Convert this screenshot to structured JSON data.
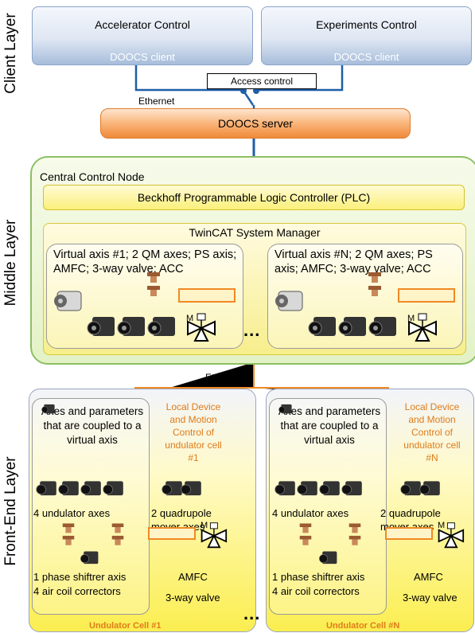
{
  "layers": {
    "client": "Client Layer",
    "middle": "Middle Layer",
    "frontend": "Front-End Layer"
  },
  "client": {
    "accelerator_title": "Accelerator Control",
    "experiments_title": "Experiments Control",
    "doocs_client": "DOOCS client",
    "access_control": "Access control",
    "ethernet": "Ethernet"
  },
  "server": {
    "label": "DOOCS server"
  },
  "middle": {
    "central_node": "Central Control Node",
    "plc": "Beckhoff Programmable Logic Controller (PLC)",
    "twincat": "TwinCAT System Manager",
    "cell1_text": "Virtual axis #1; 2 QM axes; PS axis; AMFC; 3-way valve; ACC",
    "cellN_text": "Virtual axis #N; 2 QM axes; PS axis; AMFC; 3-way valve; ACC",
    "ellipsis": "...",
    "valve_m": "M"
  },
  "ethercat": "EtherCAT",
  "frontend": {
    "cells": [
      {
        "coupled": "Axes and parameters that are coupled to a virtual axis",
        "local": "Local Device and Motion Control of undulator cell #1",
        "undulator_axes": "4 undulator axes",
        "quad": "2 quadrupole mover axes",
        "phase": "1 phase shiftrer axis",
        "coils": "4 air coil correctors",
        "amfc": "AMFC",
        "valve": "3-way valve",
        "cell_label": "Undulator Cell  #1"
      },
      {
        "coupled": "Axes and parameters that are coupled to a virtual axis",
        "local": "Local Device and Motion Control of undulator cell #N",
        "undulator_axes": "4 undulator axes",
        "quad": "2 quadrupole mover axes",
        "phase": "1 phase shiftrer axis",
        "coils": "4 air coil correctors",
        "amfc": "AMFC",
        "valve": "3-way valve",
        "cell_label": "Undulator Cell  #N"
      }
    ],
    "ellipsis": "...",
    "valve_m": "M"
  },
  "colors": {
    "network": "#1f5ea8",
    "ethercat": "#f08a24",
    "cell_label": "#e07b1a"
  },
  "icons": [
    "servo-motor-icon",
    "coil-icon",
    "amfc-icon",
    "three-way-valve-icon"
  ]
}
